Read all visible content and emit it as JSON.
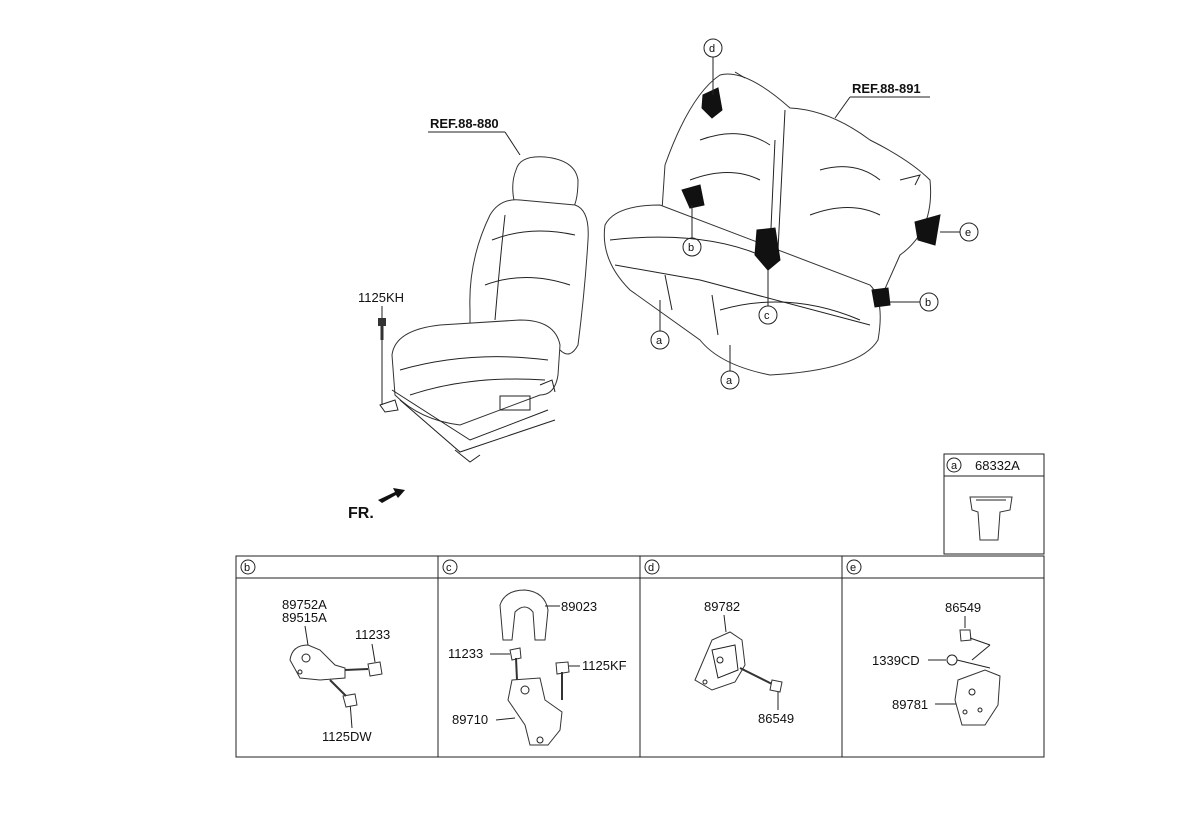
{
  "references": {
    "front_seat": "REF.88-880",
    "rear_seat": "REF.88-891"
  },
  "direction_label": "FR.",
  "callouts": {
    "a": "a",
    "b": "b",
    "c": "c",
    "d": "d",
    "e": "e"
  },
  "main_parts": {
    "bolt": "1125KH"
  },
  "panels": {
    "a": {
      "letter": "a",
      "parts": [
        "68332A"
      ]
    },
    "b": {
      "letter": "b",
      "parts": [
        "89752A",
        "89515A",
        "11233",
        "1125DW"
      ]
    },
    "c": {
      "letter": "c",
      "parts": [
        "89023",
        "11233",
        "1125KF",
        "89710"
      ]
    },
    "d": {
      "letter": "d",
      "parts": [
        "89782",
        "86549"
      ]
    },
    "e": {
      "letter": "e",
      "parts": [
        "86549",
        "1339CD",
        "89781"
      ]
    }
  }
}
